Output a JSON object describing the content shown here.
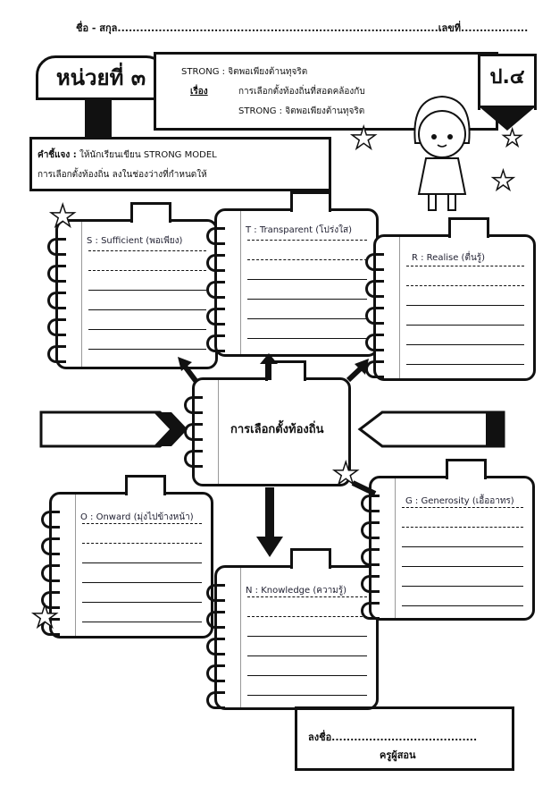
{
  "header": {
    "name_label": "ชื่อ - สกุล......................................................................................เลขที่.................."
  },
  "unit": {
    "label": "หน่วยที่ ๓"
  },
  "grade": {
    "label": "ป.๔"
  },
  "topic": {
    "line1": "STRONG  : จิตพอเพียงต้านทุจริต",
    "subject_label": "เรื่อง",
    "line2": "การเลือกตั้งท้องถิ่นที่สอดคล้องกับ",
    "line3": "STRONG : จิตพอเพียงต้านทุจริต"
  },
  "instruction": {
    "label": "คำชี้แจง :",
    "line1": "ให้นักเรียนเขียน STRONG MODEL",
    "line2": "การเลือกตั้งท้องถิ่น ลงในช่องว่างที่กำหนดให้"
  },
  "center": {
    "label": "การเลือกตั้งท้องถิ่น"
  },
  "notebooks": {
    "s": "S : Sufficient (พอเพียง)",
    "t": "T : Transparent (โปร่งใส)",
    "r": "R : Realise (ตื่นรู้)",
    "o": "O : Onward (มุ่งไปข้างหน้า)",
    "n": "N : Knowledge (ความรู้)",
    "g": "G : Generosity (เอื้ออาทร)"
  },
  "signature": {
    "line": "ลงชื่อ.......................................",
    "role": "ครูผู้สอน"
  }
}
